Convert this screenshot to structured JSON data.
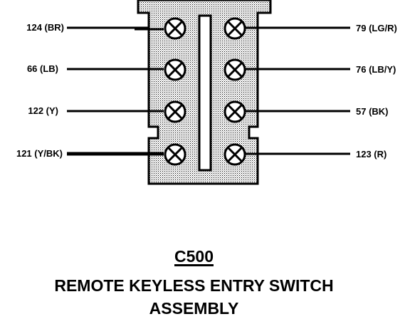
{
  "connector": {
    "id": "C500",
    "title_line1": "REMOTE KEYLESS ENTRY SWITCH",
    "title_line2": "ASSEMBLY"
  },
  "pins": {
    "left": [
      "124 (BR)",
      "66 (LB)",
      "122 (Y)",
      "121 (Y/BK)"
    ],
    "right": [
      "79 (LG/R)",
      "76 (LB/Y)",
      "57 (BK)",
      "123 (R)"
    ]
  },
  "colors": {
    "ink": "#000000",
    "housing_fill": "#d8d8d8",
    "background": "#ffffff"
  },
  "icons": {
    "terminal": "circle-x-icon"
  }
}
